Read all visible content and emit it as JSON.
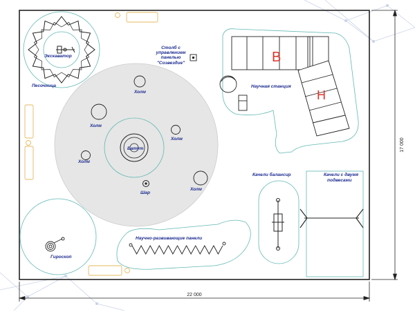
{
  "colors": {
    "outline": "#222222",
    "label": "#1b2a8f",
    "teal": "#5fb8b3",
    "zone_fill": "#e6e6e6",
    "bench": "#e6b85c",
    "red_letter": "#e0342a",
    "net": "#c9d3e6"
  },
  "labels": {
    "excavator": "Экскаватор",
    "sandbox": "Песочница",
    "control_post": [
      "Столб с",
      "управлением",
      "панелью",
      "\"Созвездие\""
    ],
    "hill": "Холм",
    "trampoline": "Батут",
    "ball": "Шар",
    "science_station": "Научная станция",
    "balance_swing": "Качели балансир",
    "double_swing": [
      "Качели с двумя",
      "подвесами"
    ],
    "panels": "Научно-развивающие панели",
    "gyroscope": "Гироскоп",
    "letter_b": "В",
    "letter_h": "Н"
  },
  "dimensions": {
    "width": "22 000",
    "height": "17 000"
  }
}
